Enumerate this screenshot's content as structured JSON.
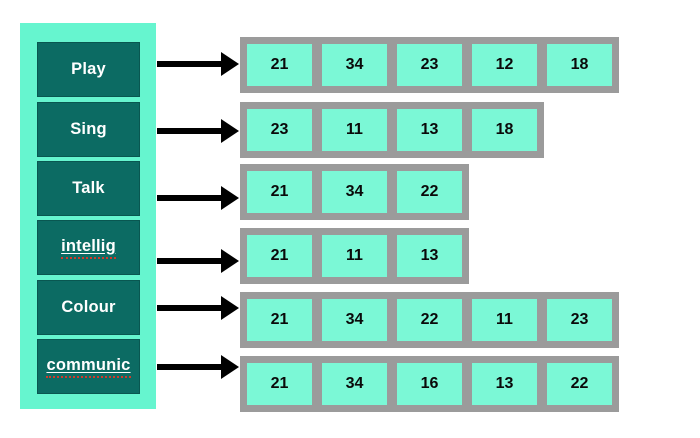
{
  "diagram": {
    "description": "Six categories each mapped by an arrow to an array of number cells",
    "rows": [
      {
        "label": "Play",
        "misspelled": false,
        "values": [
          21,
          34,
          23,
          12,
          18
        ]
      },
      {
        "label": "Sing",
        "misspelled": false,
        "values": [
          23,
          11,
          13,
          18
        ]
      },
      {
        "label": "Talk",
        "misspelled": false,
        "values": [
          21,
          34,
          22
        ]
      },
      {
        "label": "intellig",
        "misspelled": true,
        "values": [
          21,
          11,
          13
        ]
      },
      {
        "label": "Colour",
        "misspelled": false,
        "values": [
          21,
          34,
          22,
          11,
          23
        ]
      },
      {
        "label": "communic",
        "misspelled": true,
        "values": [
          21,
          34,
          16,
          13,
          22
        ]
      }
    ]
  },
  "colors": {
    "canvas-bg": "#ffffff",
    "sidebar-bg": "#66f5cf",
    "label-bg": "#0c6b63",
    "label-text": "#ffffff",
    "strip-bg": "#9b9b9b",
    "cell-bg": "#7bf8d6",
    "cell-text": "#0a0a0a",
    "arrow-color": "#000000",
    "spellcheck": "#d0392b"
  }
}
